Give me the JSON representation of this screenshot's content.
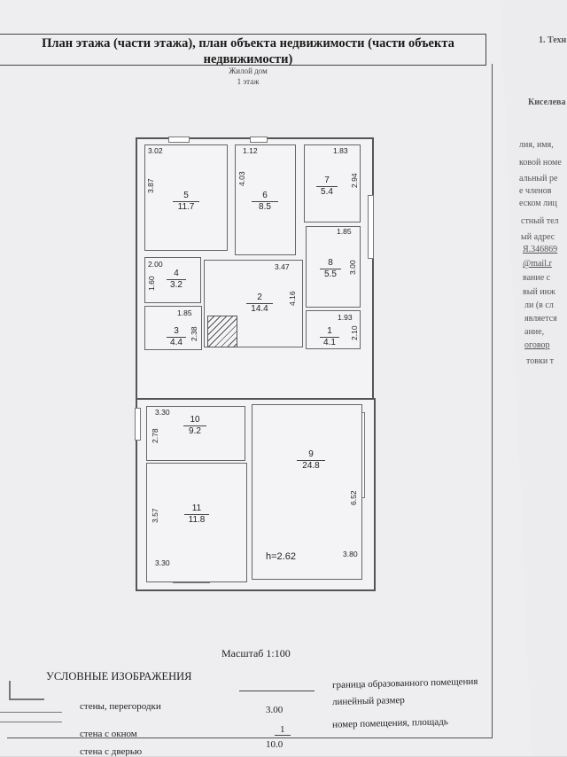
{
  "header": {
    "title": "План этажа (части этажа), план объекта недвижимости (части объекта недвижимости)",
    "object": "Жилой дом",
    "floor": "1 этаж"
  },
  "rooms": [
    {
      "num": "5",
      "area": "11.7"
    },
    {
      "num": "6",
      "area": "8.5"
    },
    {
      "num": "7",
      "area": "5.4"
    },
    {
      "num": "8",
      "area": "5.5"
    },
    {
      "num": "4",
      "area": "3.2"
    },
    {
      "num": "2",
      "area": "14.4"
    },
    {
      "num": "3",
      "area": "4.4"
    },
    {
      "num": "1",
      "area": "4.1"
    },
    {
      "num": "10",
      "area": "9.2"
    },
    {
      "num": "11",
      "area": "11.8"
    },
    {
      "num": "9",
      "area": "24.8"
    }
  ],
  "dims": [
    "3.02",
    "3.87",
    "1.12",
    "4.03",
    "1.83",
    "2.94",
    "1.85",
    "3.00",
    "2.00",
    "1.60",
    "3.47",
    "4.16",
    "1.85",
    "2.38",
    "1.93",
    "2.10",
    "3.30",
    "2.78",
    "3.57",
    "3.30",
    "6.52",
    "3.80"
  ],
  "height": "h=2.62",
  "scale": "Масштаб 1:100",
  "legend": {
    "title": "УСЛОВНЫЕ ИЗОБРАЖЕНИЯ",
    "walls": "стены, перегородки",
    "window_wall": "стена с окном",
    "door_wall": "стена с дверью",
    "boundary": "граница образованного помещения",
    "dim_sample": "3.00",
    "linear": "линейный размер",
    "num_sample": "1",
    "area_sample": "10.0",
    "room_area": "номер помещения, площадь"
  },
  "back_page": [
    "1. Техн",
    "Киселева",
    "лия, имя,",
    "ковой номе",
    "альный ре",
    "е членов",
    "еском лиц",
    "стный тел",
    "ый адрес",
    "Я.346869",
    "@mail.r",
    "вание с",
    "вый инж",
    "ли (в сл",
    "является",
    "ание,",
    "оговор",
    "товки т"
  ]
}
